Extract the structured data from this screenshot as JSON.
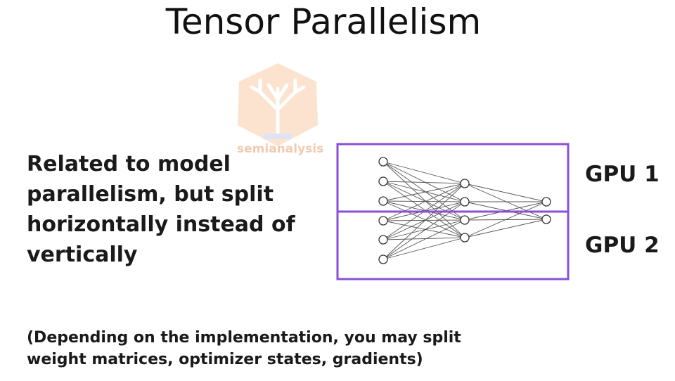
{
  "title": "Tensor Parallelism",
  "lead_text": "Related to model parallelism, but split horizontally instead of vertically",
  "note_text": "(Depending on the implementation, you may split weight matrices, optimizer states, gradients)",
  "gpu_labels": [
    "GPU 1",
    "GPU 2"
  ],
  "watermark_text": "semianalysis",
  "colors": {
    "partition_border": "#8a4fd6",
    "node_stroke": "#333333",
    "edge": "#555555",
    "watermark": "#f0a060"
  },
  "network": {
    "layers": [
      6,
      4,
      2
    ]
  }
}
